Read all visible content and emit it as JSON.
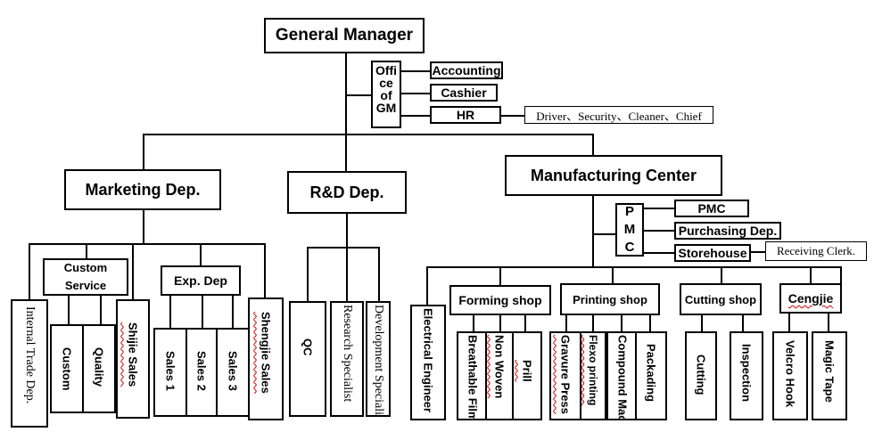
{
  "chart": {
    "general_manager": "General Manager",
    "office_gm": "Office of GM",
    "office_staff": [
      "Accounting",
      "Cashier",
      "HR"
    ],
    "hr_note": "Driver、Security、Cleaner、Chief",
    "departments": {
      "marketing": "Marketing Dep.",
      "rd": "R&D Dep.",
      "manufacturing": "Manufacturing Center"
    },
    "pmc_group": "PMC",
    "pmc_units": [
      "PMC",
      "Purchasing Dep.",
      "Storehouse"
    ],
    "receiving_clerk": "Receiving Clerk.",
    "marketing_units": {
      "internal_trade": "Internal Trade Dep.",
      "custom_service": "Custom Service",
      "custom_service_children": [
        "Custom",
        "Quality"
      ],
      "shijie": "Shijie Sales",
      "exp_dep": "Exp. Dep",
      "exp_children": [
        "Sales 1",
        "Sales 2",
        "Sales 3"
      ],
      "shengjie": "Shengjie Sales"
    },
    "rd_units": [
      "QC",
      "Research Specialist",
      "Development Specialist"
    ],
    "electrical": "Electrical Engineer",
    "shops": {
      "forming": "Forming shop",
      "forming_children": [
        "Breathable Film",
        "Non Woven",
        "Prill"
      ],
      "printing": "Printing shop",
      "printing_children": [
        "Gravure Press",
        "Flexo printing",
        "Compound Machine",
        "Packading"
      ],
      "cutting": "Cutting shop",
      "cutting_children": [
        "Cutting",
        "Inspection"
      ],
      "cengjie": "Cengjie",
      "cengjie_children": [
        "Velcro Hook",
        "Magic Tape"
      ]
    }
  }
}
